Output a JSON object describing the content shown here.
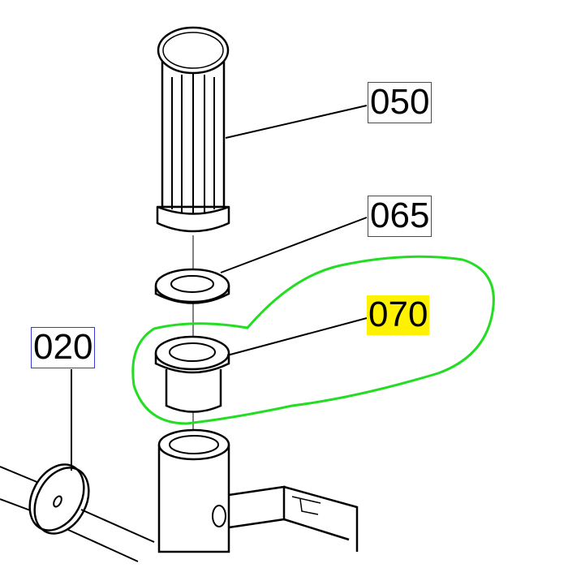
{
  "labels": [
    {
      "id": "050",
      "text": "050",
      "style": "boxed"
    },
    {
      "id": "065",
      "text": "065",
      "style": "boxed"
    },
    {
      "id": "070",
      "text": "070",
      "style": "highlighted"
    },
    {
      "id": "020",
      "text": "020",
      "style": "boxed"
    }
  ],
  "colors": {
    "line": "#000000",
    "label_box": "#3a3ad0",
    "highlight_fill": "#fff200",
    "selection_outline": "#22dd22",
    "background": "#ffffff"
  },
  "icons": [
    "hand-grip-icon",
    "washer-icon",
    "flanged-bushing-icon",
    "tube-icon",
    "disc-washer-icon"
  ]
}
